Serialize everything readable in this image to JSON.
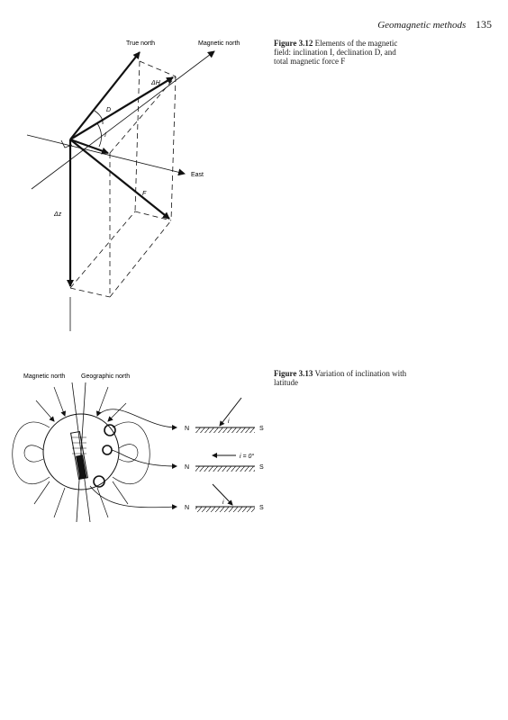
{
  "header": {
    "running_head": "Geomagnetic methods",
    "page_number": "135"
  },
  "figure1": {
    "caption_label": "Figure 3.12",
    "caption_text": "Elements of the magnetic field: inclination I, declination D, and total magnetic force F",
    "labels": {
      "true_north": "True north",
      "magnetic_north": "Magnetic north",
      "east": "East",
      "delta_h": "ΔH",
      "delta_z": "Δz",
      "d": "D",
      "i": "I",
      "f": "F"
    }
  },
  "figure2": {
    "caption_label": "Figure 3.13",
    "caption_text": "Variation of inclination with latitude",
    "labels": {
      "magnetic_north": "Magnetic north",
      "geographic_north": "Geographic north",
      "n": "N",
      "s": "S",
      "i": "i",
      "i_zero": "i = 0°"
    }
  }
}
